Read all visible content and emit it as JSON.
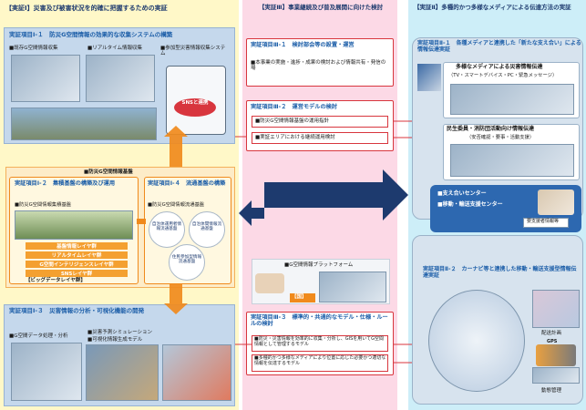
{
  "col1": {
    "header": "【実証Ⅰ】災害及び被害状況を的確に把握するための実証",
    "item1_1": {
      "title": "実証項目Ⅰ-１　防災G空間情報の効果的な収集システムの構築",
      "labels": [
        "■既存G空間情報収集",
        "■リアルタイム情報収集",
        "■参加型災害情報収集システム"
      ],
      "badge": "SNSと連携"
    },
    "base_label": "■防災G空間情報基盤",
    "item1_2": {
      "title": "実証項目Ⅰ-２　集積基盤の構築及び運用",
      "sub": "■防災G空間情報集積基盤",
      "layers": [
        "基盤情報レイヤ群",
        "リアルタイムレイヤ群",
        "G空間インテリジェンスレイヤ群",
        "SNSレイヤ群"
      ],
      "bigdata": "【ビッグデータレイヤ群】"
    },
    "item1_4": {
      "title": "実証項目Ⅰ-４　流通基盤の構築",
      "sub": "■防災G空間情報流通基盤",
      "circles": [
        "自治体運用者情報流通基盤",
        "自治体間情報流通基盤",
        "住民参加型情報流通基盤"
      ]
    },
    "item1_3": {
      "title": "実証項目Ⅰ-３　災害情報の分析・可視化機能の開発",
      "labels": [
        "■G空間データ処理・分析",
        "■災害予測シミュレーション",
        "■可視化情報生成モデル"
      ]
    }
  },
  "col3": {
    "header": "【実証Ⅲ】事業継続及び普及展開に向けた検討",
    "item3_1": {
      "title": "実証項目Ⅲ-１　検討部会等の設置・運営",
      "desc": "■本事業の実施・進捗・成果の検討および情報共有・発信の場"
    },
    "item3_2": {
      "title": "実証項目Ⅲ-２　運営モデルの検討",
      "bullets": [
        "■防災G空間情報基盤の運用指針",
        "■実証エリアにおける継続運用検討"
      ]
    },
    "platform_label": "■G空間情報プラットフォーム",
    "country_label": "【国】",
    "item3_3": {
      "title": "実証項目Ⅲ-３　標準的・共通的なモデル・仕様・ルールの検討",
      "bullets": [
        "■防災・災害情報を効率的に収集・分析し、GISを用いてG空間情報として管理するモデル",
        "■多種的かつ多様なメディアにより位置に応じた必要かつ適切な情報を伝達するモデル"
      ]
    }
  },
  "col2": {
    "header": "【実証Ⅱ】多種的かつ多様なメディアによる伝達方法の実証",
    "item2_1": {
      "title": "実証項目Ⅱ-１　各種メディアと連携した「新たな支え合い」による情報伝達実証",
      "media_title": "多様なメディアによる災害情報伝達",
      "media_sub": "（TV・スマートデバイス・PC・緊急メッセージ）",
      "welfare_title": "民生委員・消防団活動向け情報伝達",
      "welfare_sub": "（安否確認・要事・活動支援）",
      "support_center": "■支え合いセンター",
      "transport_center": "■移動・輸送支援センター",
      "needs_label": "要支援者情報等"
    },
    "item2_2": {
      "title": "実証項目Ⅱ-２　カーナビ等と連携した移動・輸送支援型情報伝達実証",
      "labels": [
        "配送計画",
        "動態管理"
      ],
      "gps": "GPS"
    }
  },
  "colors": {
    "red": "#d8363e",
    "orange": "#f08a1c",
    "navy": "#1d3a6e",
    "blue_title": "#1c5ea8"
  }
}
